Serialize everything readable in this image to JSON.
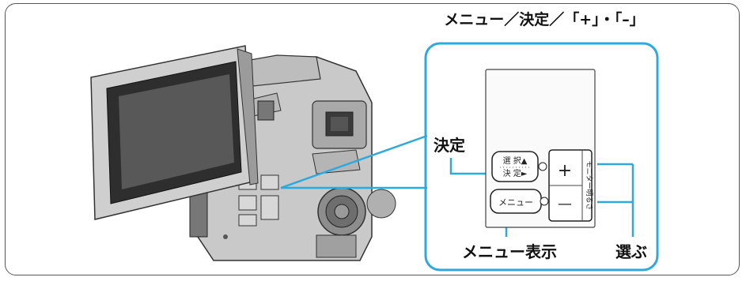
{
  "heading": "メニュー／決定／「+」・「–」",
  "labels": {
    "kettei": "決定",
    "menu_display": "メニュー表示",
    "erabu": "選ぶ"
  },
  "panel": {
    "select_button_top": "選 択▲",
    "select_button_bottom": "決 定►",
    "menu_button": "メニュー",
    "plus": "+",
    "minus": "—",
    "vertical_label": "モニター明るさ"
  },
  "colors": {
    "callout_line": "#2fa9dc",
    "panel_border": "#2fa9dc",
    "frame": "#555555"
  }
}
